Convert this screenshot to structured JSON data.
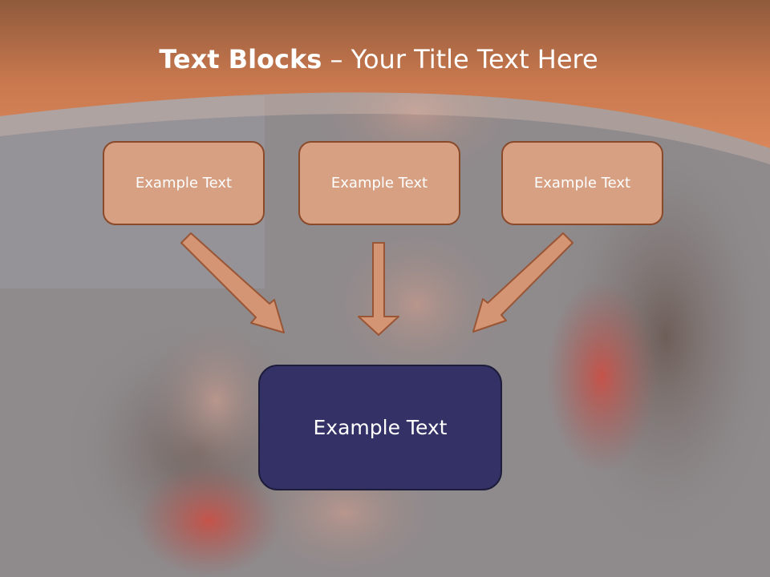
{
  "title": {
    "bold": "Text Blocks",
    "dash": " – ",
    "rest": "Your Title Text Here"
  },
  "top_boxes": [
    {
      "label": "Example Text"
    },
    {
      "label": "Example Text"
    },
    {
      "label": "Example Text"
    }
  ],
  "bottom_box": {
    "label": "Example Text"
  },
  "colors": {
    "header_band": "#c8764c",
    "box_fill": "#d7a083",
    "box_border": "#8a4a2a",
    "bottom_box_fill": "#333166",
    "arrow_fill": "#d39574"
  }
}
